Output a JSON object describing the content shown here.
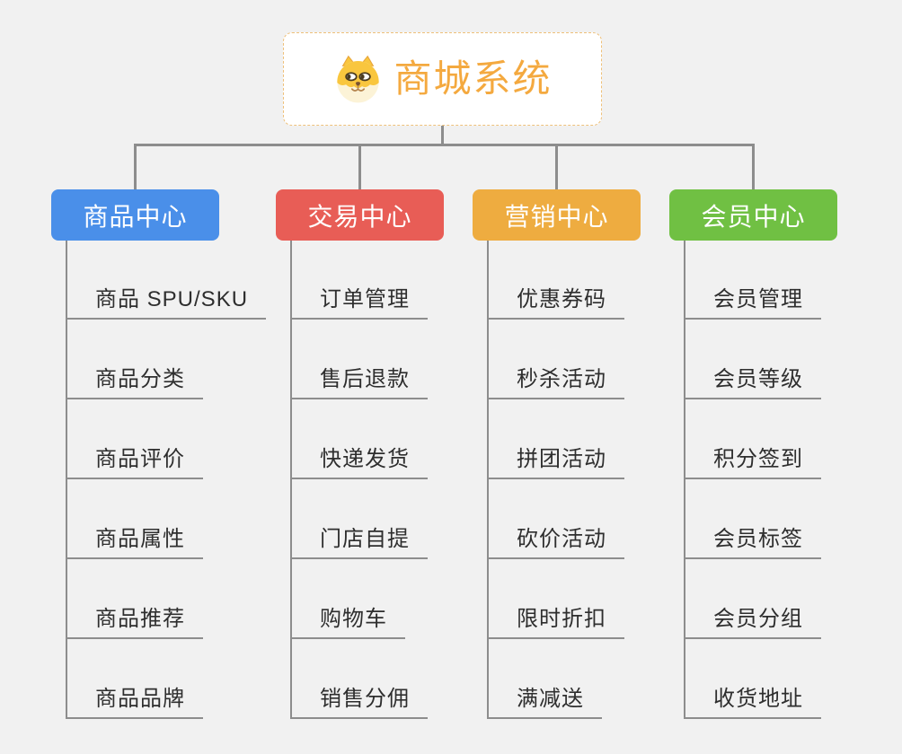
{
  "root": {
    "title": "商城系统",
    "icon": "shiba-dog-icon",
    "text_color": "#f4a93f",
    "border_color": "#eec07a",
    "background": "#ffffff"
  },
  "page_background": "#f1f1f1",
  "connector_color": "#8d8d8d",
  "item_text_color": "#2e2e2e",
  "branches": [
    {
      "label": "商品中心",
      "color": "#4a8fe9",
      "items": [
        "商品 SPU/SKU",
        "商品分类",
        "商品评价",
        "商品属性",
        "商品推荐",
        "商品品牌"
      ]
    },
    {
      "label": "交易中心",
      "color": "#e85d56",
      "items": [
        "订单管理",
        "售后退款",
        "快递发货",
        "门店自提",
        "购物车",
        "销售分佣"
      ]
    },
    {
      "label": "营销中心",
      "color": "#eeac40",
      "items": [
        "优惠券码",
        "秒杀活动",
        "拼团活动",
        "砍价活动",
        "限时折扣",
        "满减送"
      ]
    },
    {
      "label": "会员中心",
      "color": "#70c043",
      "items": [
        "会员管理",
        "会员等级",
        "积分签到",
        "会员标签",
        "会员分组",
        "收货地址"
      ]
    }
  ]
}
